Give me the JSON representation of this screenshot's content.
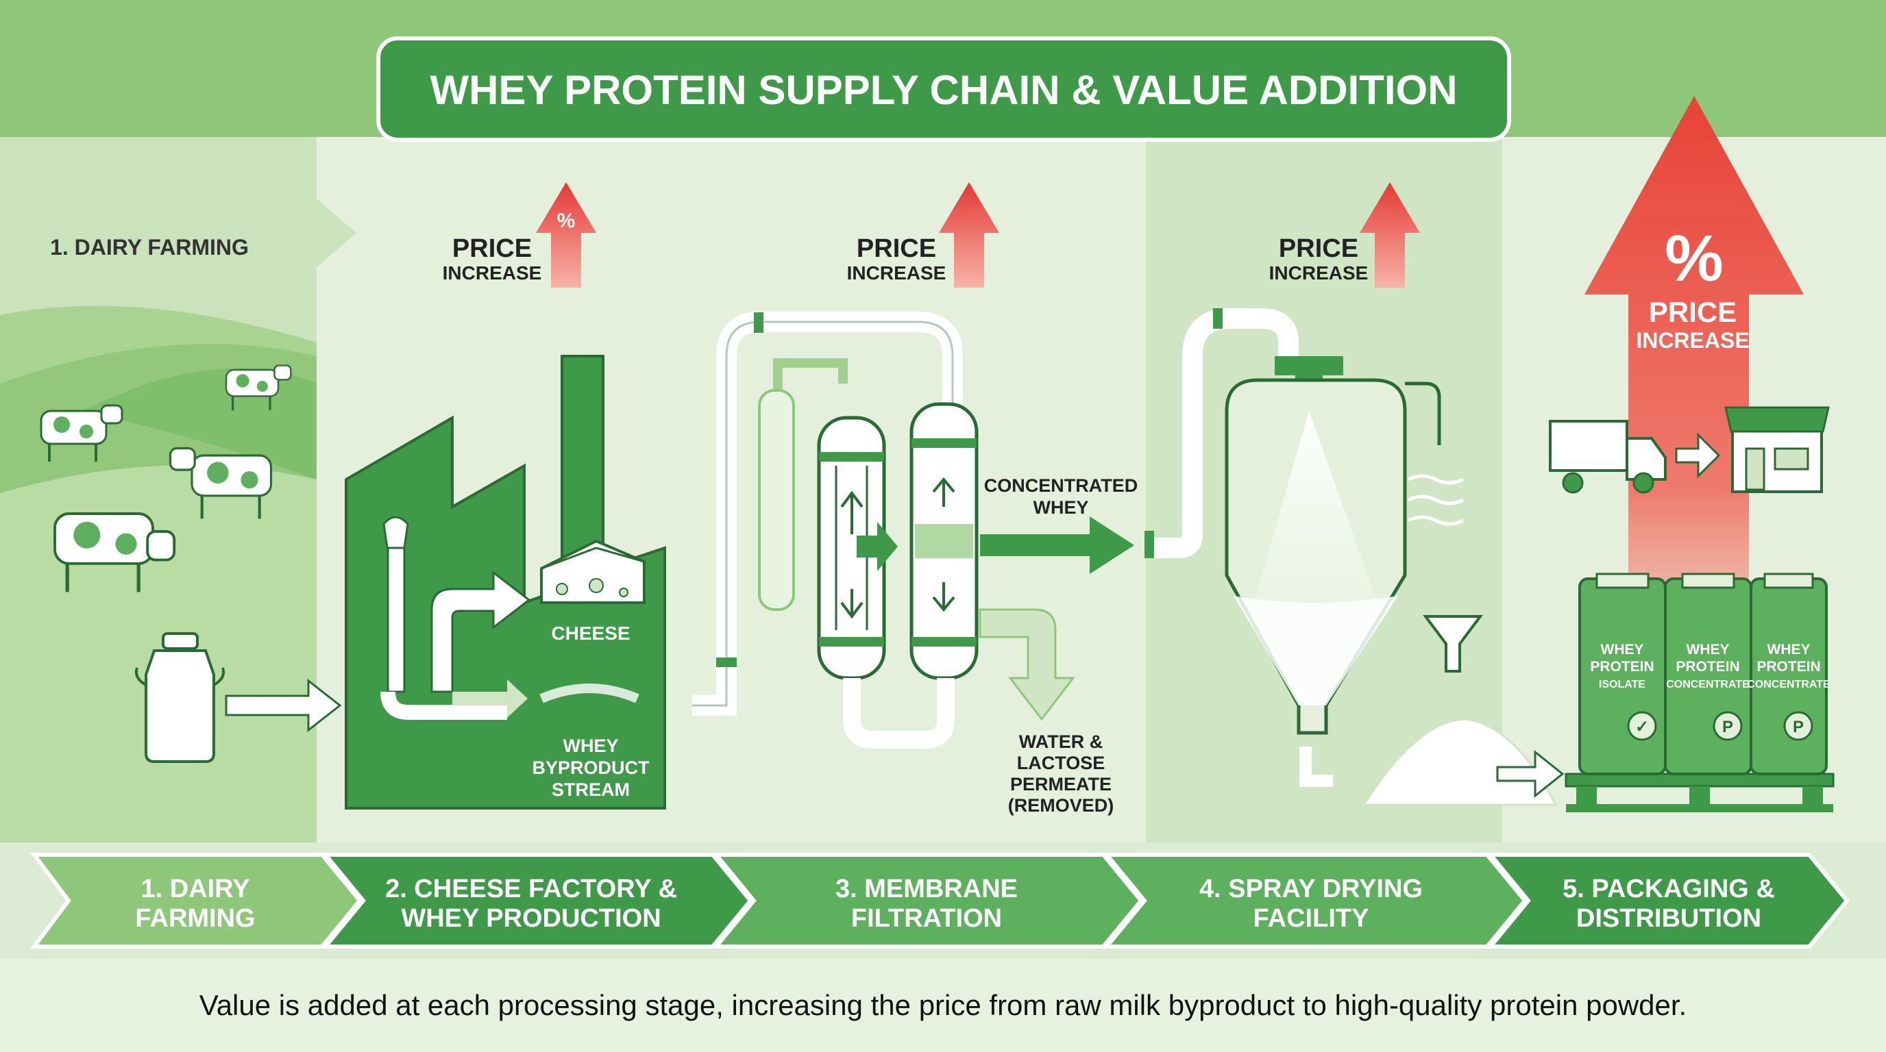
{
  "title": "WHEY PROTEIN SUPPLY CHAIN & VALUE ADDITION",
  "stage_headers": {
    "dairy": "1. DAIRY FARMING"
  },
  "price_tags": [
    {
      "line1": "PRICE",
      "line2": "INCREASE",
      "symbol": "%"
    },
    {
      "line1": "PRICE",
      "line2": "INCREASE"
    },
    {
      "line1": "PRICE",
      "line2": "INCREASE"
    },
    {
      "line1": "PRICE",
      "line2": "INCREASE",
      "symbol": "%"
    }
  ],
  "labels": {
    "cheese": "CHEESE",
    "whey_stream": [
      "WHEY",
      "BYPRODUCT",
      "STREAM"
    ],
    "concentrated": [
      "CONCENTRATED",
      "WHEY"
    ],
    "permeate": [
      "WATER &",
      "LACTOSE",
      "PERMEATE",
      "(REMOVED)"
    ]
  },
  "bags": [
    {
      "lines": [
        "WHEY",
        "PROTEIN",
        "ISOLATE"
      ],
      "badge": "✓"
    },
    {
      "lines": [
        "WHEY",
        "PROTEIN",
        "CONCENTRATE"
      ],
      "badge": "P"
    },
    {
      "lines": [
        "WHEY",
        "PROTEIN",
        "CONCENTRATE"
      ],
      "badge": "P"
    }
  ],
  "stages": [
    {
      "line1": "1. DAIRY",
      "line2": "FARMING"
    },
    {
      "line1": "2. CHEESE FACTORY &",
      "line2": "WHEY PRODUCTION"
    },
    {
      "line1": "3. MEMBRANE",
      "line2": "FILTRATION"
    },
    {
      "line1": "4. SPRAY DRYING",
      "line2": "FACILITY"
    },
    {
      "line1": "5. PACKAGING &",
      "line2": "DISTRIBUTION"
    }
  ],
  "footer": "Value is added at each processing stage, increasing the price from raw milk byproduct to high-quality protein powder.",
  "colors": {
    "green_dark": "#3e9a48",
    "green_mid": "#5cb05e",
    "green_light": "#cfe5c3",
    "red": "#e53935"
  }
}
